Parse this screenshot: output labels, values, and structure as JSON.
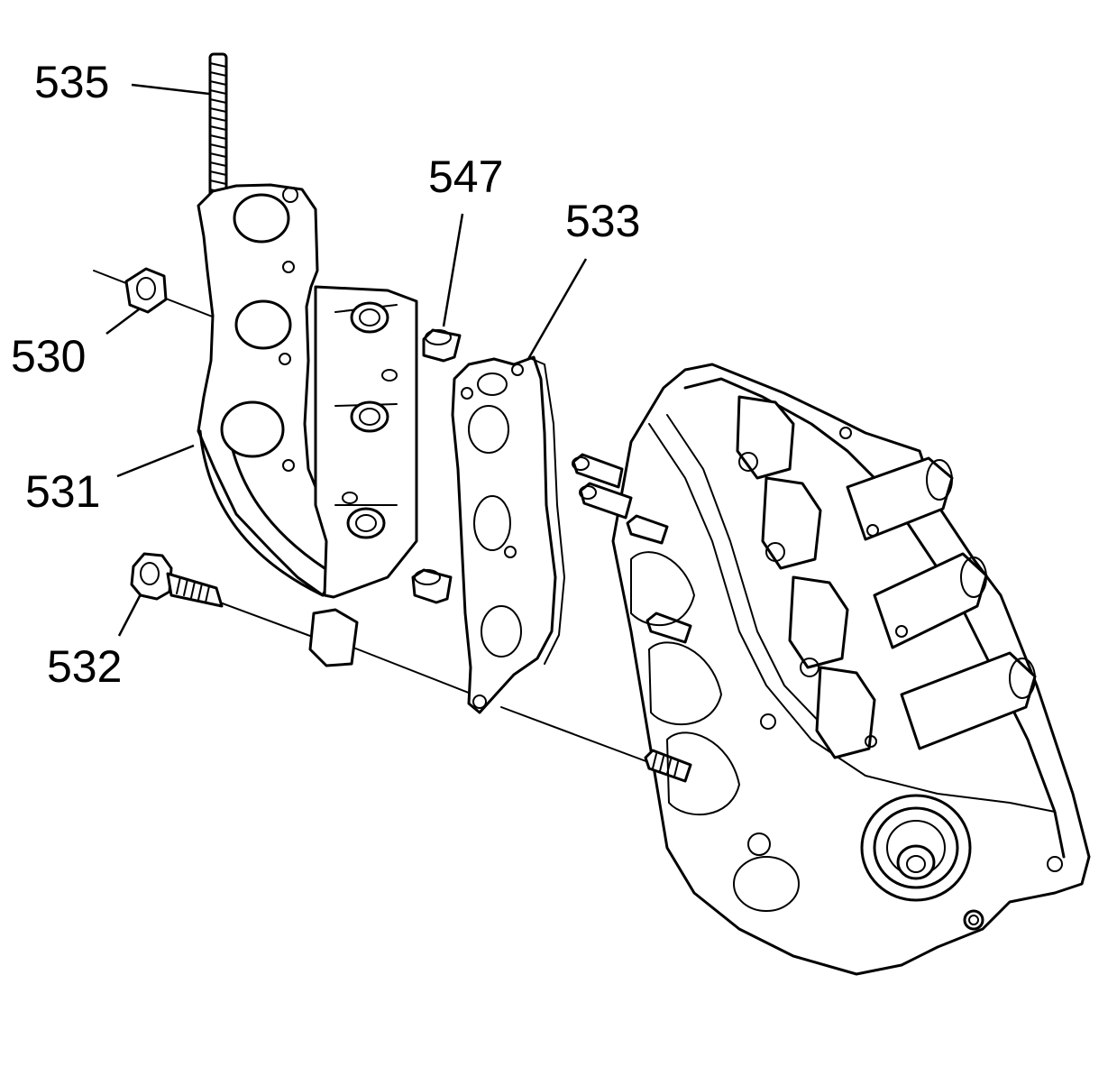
{
  "callouts": {
    "c535": "535",
    "c547": "547",
    "c533": "533",
    "c530": "530",
    "c531": "531",
    "c532": "532"
  }
}
